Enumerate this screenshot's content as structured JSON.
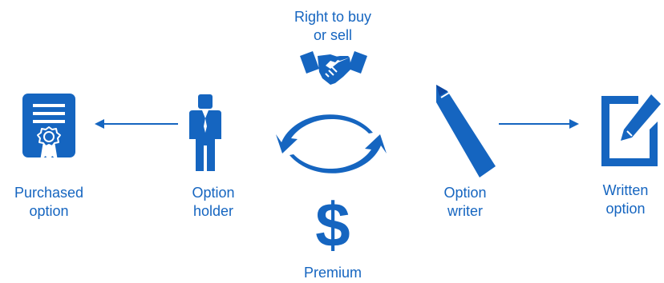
{
  "colors": {
    "primary": "#1565c0",
    "arrow": "#1565c0"
  },
  "labels": {
    "right": "Right to buy\nor sell",
    "premium": "Premium",
    "purchased_option": "Purchased\noption",
    "option_holder": "Option\nholder",
    "option_writer": "Option\nwriter",
    "written_option": "Written\noption"
  },
  "icons": {
    "certificate": "certificate-icon",
    "holder": "person-suit-icon",
    "handshake": "handshake-icon",
    "cycle": "cycle-arrows-icon",
    "dollar": "dollar-sign-icon",
    "writer": "pencil-icon",
    "written": "edit-document-icon"
  }
}
